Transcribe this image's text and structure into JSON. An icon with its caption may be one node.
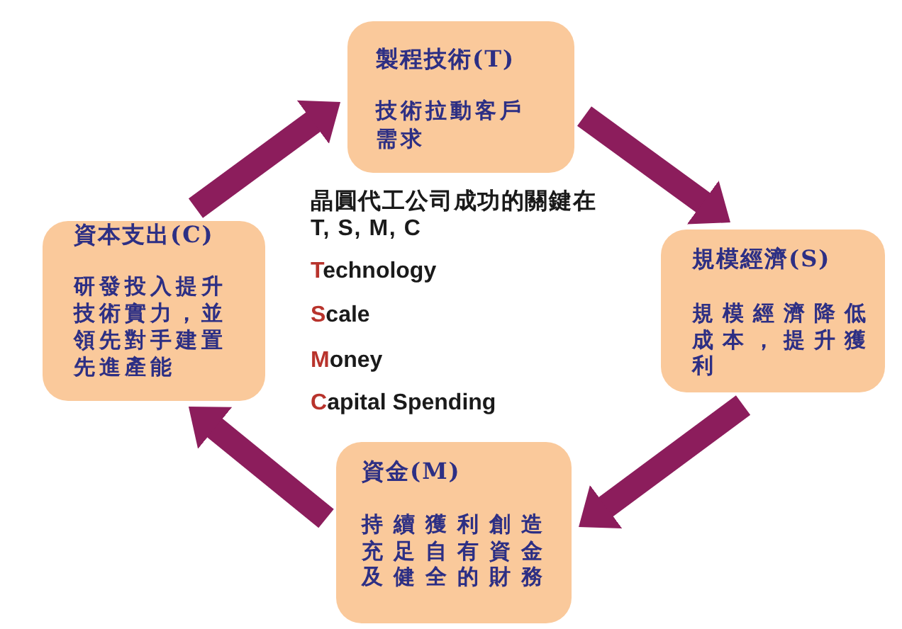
{
  "diagram": {
    "nodes": [
      {
        "text": [
          "製程技術(T)",
          "技術拉動客戶需求"
        ]
      },
      {
        "text": [
          "規模經濟(S)",
          "規模經濟降低成本，提升獲利"
        ]
      },
      {
        "text": [
          "資金(M)",
          "持續獲利創造充足自有資金及健全的財務"
        ]
      },
      {
        "text": [
          "資本支出(C)",
          "研發投入提升技術實力，並領先對手建置先進產能"
        ]
      }
    ],
    "edges": [
      {
        "from": 0,
        "to": 1,
        "arrow": "to"
      },
      {
        "from": 1,
        "to": 2,
        "arrow": "to"
      },
      {
        "from": 2,
        "to": 3,
        "arrow": "to"
      },
      {
        "from": 3,
        "to": 0,
        "arrow": "to"
      }
    ],
    "labels": [
      "晶圓代工公司成功的關鍵在T, S, M, C",
      "Technology",
      "Scale",
      "Money",
      "Capital Spending"
    ]
  }
}
